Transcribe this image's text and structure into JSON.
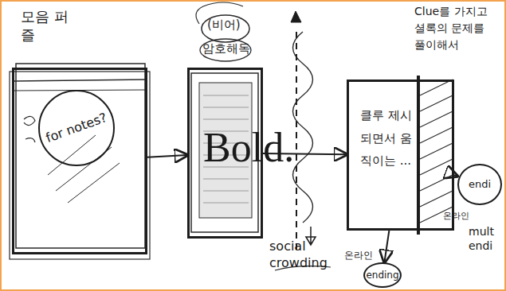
{
  "diagram": {
    "nodes": [
      {
        "text": [
          "모음 퍼즐"
        ]
      },
      {
        "text": [
          "for notes?"
        ],
        "in": 0
      },
      {
        "text": [
          "(비어)",
          "암호해독"
        ]
      },
      {
        "text": [
          "클루 제시 되면서 움직이는 ..."
        ]
      },
      {
        "text": [
          "ending"
        ]
      },
      {
        "text": [
          "endi"
        ]
      }
    ],
    "edges": [
      {
        "from": 0,
        "to": 2,
        "arrow": "to"
      },
      {
        "from": 2,
        "to": 3,
        "arrow": "to"
      },
      {
        "from": 3,
        "to": 4,
        "arrow": "to"
      },
      {
        "from": 3,
        "to": 5,
        "arrow": "to"
      }
    ],
    "labels": [
      "Clue를 가지고 셜록의 문제를 풀이해서",
      "Bold.",
      "social crowding",
      "온라인",
      "온라인",
      "mult endi"
    ]
  }
}
